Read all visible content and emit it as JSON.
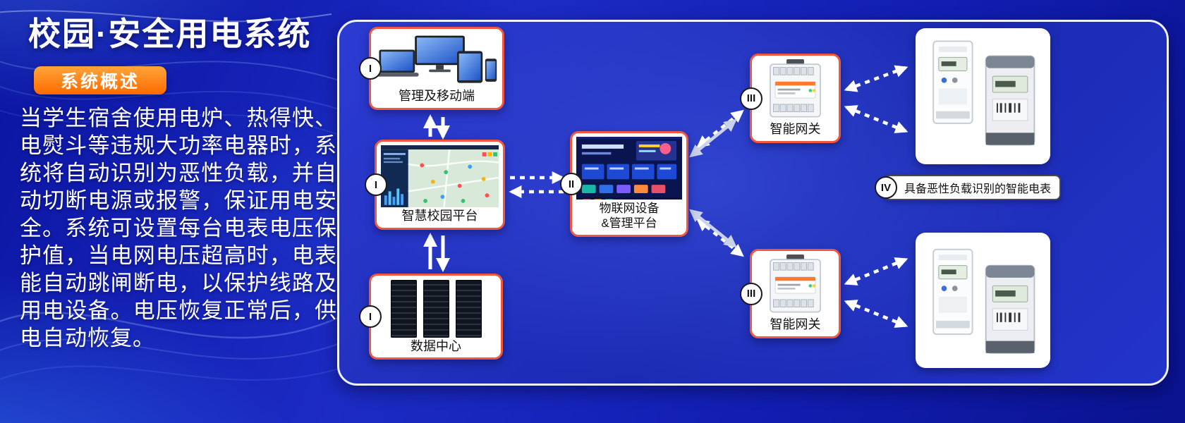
{
  "header": {
    "title": "校园·安全用电系统",
    "badge": "系统概述",
    "description": "当学生宿舍使用电炉、热得快、电熨斗等违规大功率电器时，系统将自动识别为恶性负载，并自动切断电源或报警，保证用电安全。系统可设置每台电表电压保护值，当电网电压超高时，电表能自动跳闸断电，以保护线路及用电设备。电压恢复正常后，供电自动恢复。"
  },
  "diagram": {
    "nodes": [
      {
        "id": "management-mobile",
        "numeral": "I",
        "label": "管理及移动端"
      },
      {
        "id": "smart-campus-platform",
        "numeral": "I",
        "label": "智慧校园平台"
      },
      {
        "id": "data-center",
        "numeral": "I",
        "label": "数据中心"
      },
      {
        "id": "iot-platform",
        "numeral": "II",
        "label": "物联网设备",
        "label2": "&管理平台"
      },
      {
        "id": "gateway-top",
        "numeral": "III",
        "label": "智能网关"
      },
      {
        "id": "gateway-bottom",
        "numeral": "III",
        "label": "智能网关"
      },
      {
        "id": "smart-meters",
        "numeral": "IV",
        "label": "具备恶性负载识别的智能电表"
      }
    ]
  },
  "colors": {
    "background_blue": "#1c2bc4",
    "panel_border": "#eef1ff",
    "card_border_orange": "#f0573c",
    "badge_orange": "#ff6a00",
    "arrow_white": "#ffffff",
    "arrow_grey": "#c9d2e8"
  }
}
